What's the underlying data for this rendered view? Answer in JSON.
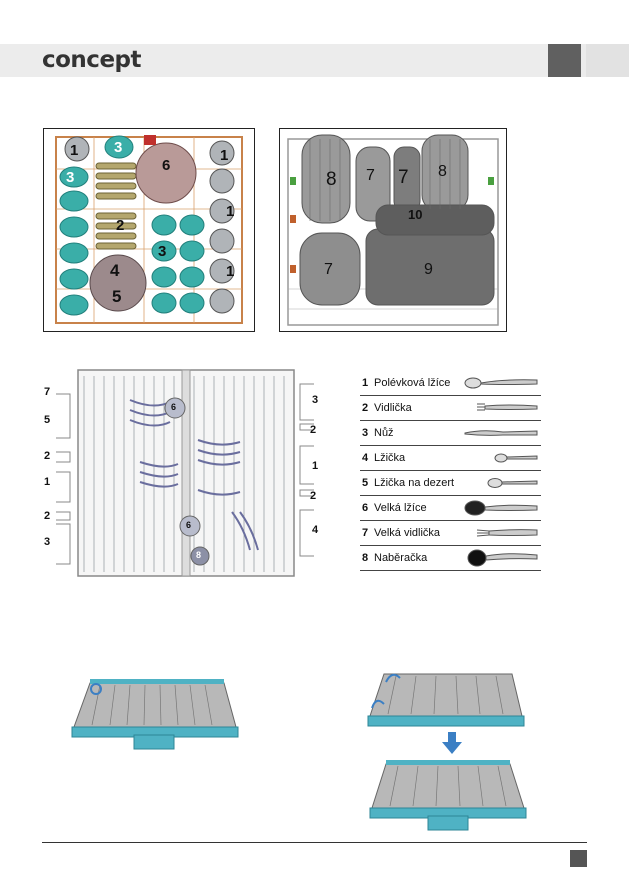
{
  "brand": {
    "logo_text": "concept"
  },
  "upper_left_figure": {
    "labels": [
      "1",
      "3",
      "3",
      "6",
      "1",
      "1",
      "2",
      "3",
      "4",
      "5",
      "1"
    ]
  },
  "upper_right_figure": {
    "labels": [
      "8",
      "7",
      "7",
      "8",
      "10",
      "7",
      "9"
    ]
  },
  "cutlery_tray": {
    "left_callouts": [
      "7",
      "5",
      "2",
      "1",
      "2",
      "3"
    ],
    "right_callouts": [
      "3",
      "2",
      "1",
      "2",
      "4"
    ],
    "item_markers": [
      "6",
      "6",
      "8"
    ]
  },
  "legend": {
    "items": [
      {
        "num": "1",
        "name": "Polévková lžíce",
        "icon": "soup-spoon-icon"
      },
      {
        "num": "2",
        "name": "Vidlička",
        "icon": "fork-icon"
      },
      {
        "num": "3",
        "name": "Nůž",
        "icon": "knife-icon"
      },
      {
        "num": "4",
        "name": "Lžička",
        "icon": "teaspoon-icon"
      },
      {
        "num": "5",
        "name": "Lžička na dezert",
        "icon": "dessert-spoon-icon"
      },
      {
        "num": "6",
        "name": "Velká lžíce",
        "icon": "large-spoon-icon"
      },
      {
        "num": "7",
        "name": "Velká vidlička",
        "icon": "large-fork-icon"
      },
      {
        "num": "8",
        "name": "Naběračka",
        "icon": "ladle-icon"
      }
    ]
  },
  "colors": {
    "header_bg": "#ececec",
    "header_dark_box": "#606060",
    "rack_outline": "#c8824a",
    "cup_teal": "#3aaea8",
    "tray_blue": "#3aa0b4",
    "arrow_blue": "#3b7fc4"
  }
}
